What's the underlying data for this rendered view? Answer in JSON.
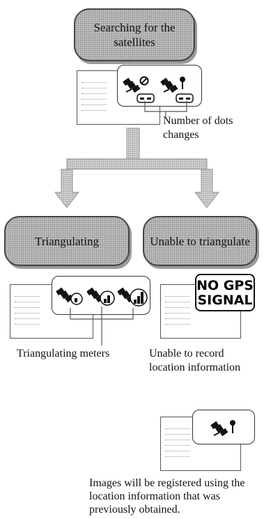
{
  "states": {
    "searching": "Searching for the satellites",
    "triangulating": "Triangulating",
    "unable": "Unable to triangulate"
  },
  "captions": {
    "dots": "Number of dots changes",
    "meters": "Triangulating meters",
    "unable_record": "Unable to record location information",
    "registered": "Images will be registered using the location information that was previously obtained."
  },
  "no_gps_text": "NO GPS SIGNAL",
  "icons": [
    "gps-searching-icon",
    "gps-dot-icon",
    "gps-signal-weak-icon",
    "gps-signal-medium-icon",
    "gps-signal-strong-icon",
    "gps-pin-icon"
  ]
}
